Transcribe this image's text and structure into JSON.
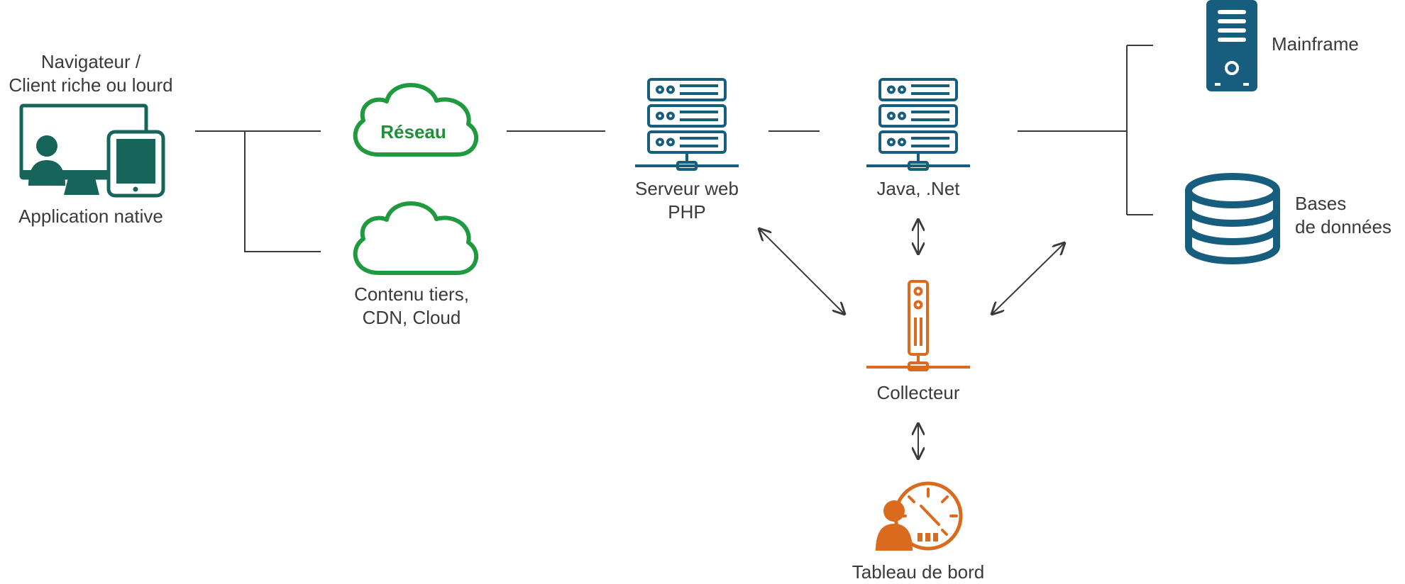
{
  "colors": {
    "teal": "#17645a",
    "green": "#1f9a3e",
    "blue": "#165d7e",
    "orange": "#d96a1e",
    "line": "#3a3a3a"
  },
  "nodes": {
    "client": {
      "label_top": "Navigateur /\nClient riche ou lourd",
      "label_bottom": "Application native",
      "icon": "computer-tablet-user-icon"
    },
    "network": {
      "label": "Réseau",
      "icon": "cloud-icon"
    },
    "third_party": {
      "label": "Contenu tiers,\nCDN, Cloud",
      "icon": "cloud-icon"
    },
    "web_server": {
      "label": "Serveur web\nPHP",
      "icon": "server-rack-icon"
    },
    "app_server": {
      "label": "Java, .Net",
      "icon": "server-rack-icon"
    },
    "mainframe": {
      "label": "Mainframe",
      "icon": "tower-server-icon"
    },
    "databases": {
      "label": "Bases\nde données",
      "icon": "database-icon"
    },
    "collector": {
      "label": "Collecteur",
      "icon": "collector-device-icon"
    },
    "dashboard": {
      "label": "Tableau de bord",
      "icon": "dashboard-user-gauge-icon"
    }
  }
}
